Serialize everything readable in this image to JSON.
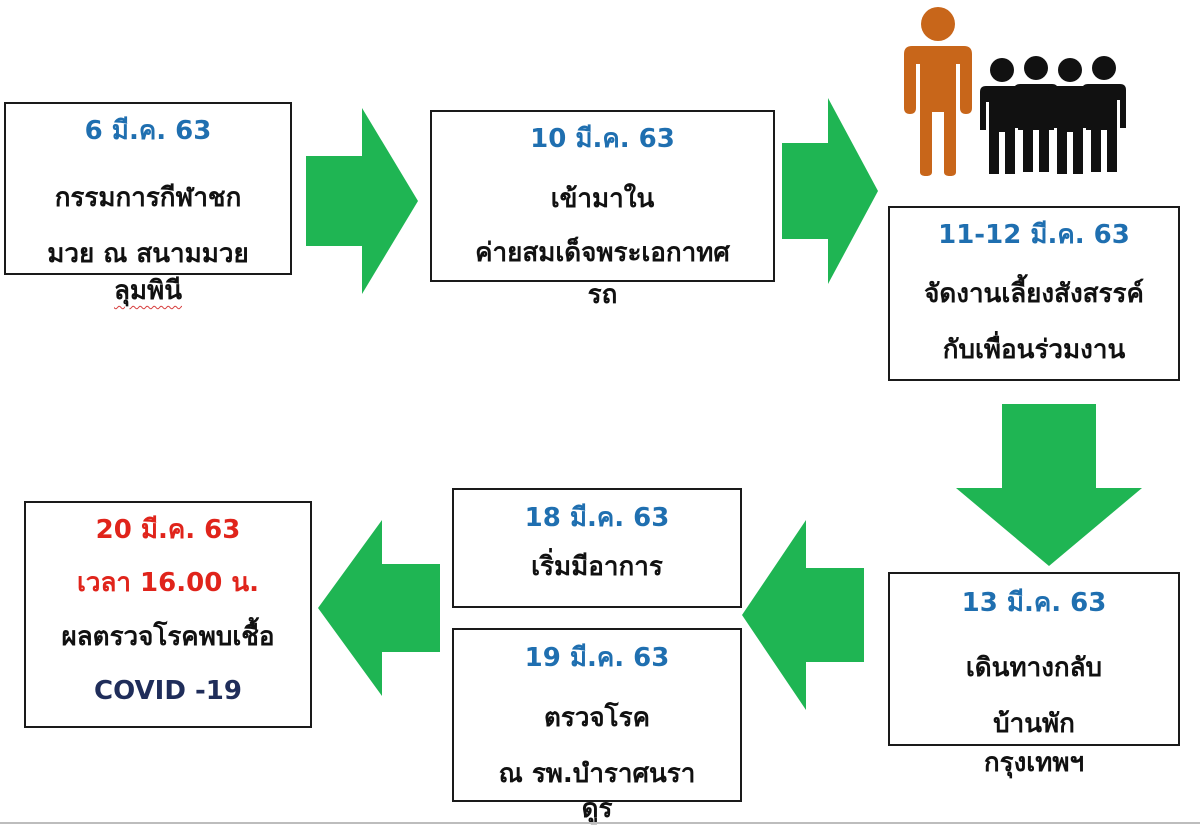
{
  "colors": {
    "arrow": "#1fb553",
    "date_blue": "#1f6fb0",
    "alert_red": "#e0241b",
    "covid_navy": "#1f2d5a",
    "person_orange": "#c8661a",
    "crowd_black": "#111111"
  },
  "icons": [
    "person-icon",
    "crowd-icon"
  ],
  "steps": {
    "s1": {
      "date": "6 มี.ค. 63",
      "text": "กรรมการกีฬาชก\nมวย ณ สนามมวย",
      "overflow": "ลุมพินี"
    },
    "s2": {
      "date": "10 มี.ค. 63",
      "text": "เข้ามาใน\nค่ายสมเด็จพระเอกาทศ",
      "overflow": "รถ"
    },
    "s3": {
      "date": "11-12 มี.ค. 63",
      "text": "จัดงานเลี้ยงสังสรรค์\nกับเพื่อนร่วมงาน"
    },
    "s4": {
      "date": "13 มี.ค. 63",
      "text": "เดินทางกลับ\nบ้านพัก",
      "overflow": "กรุงเทพฯ"
    },
    "s5": {
      "date": "18 มี.ค. 63",
      "text": "เริ่มมีอาการ"
    },
    "s6": {
      "date": "19 มี.ค. 63",
      "text": "ตรวจโรค\nณ รพ.บำราศนรา",
      "overflow": "ดูร"
    },
    "s7": {
      "date": "20 มี.ค. 63",
      "time": "เวลา 16.00 น.",
      "text": "ผลตรวจโรคพบเชื้อ",
      "disease": "COVID -19"
    }
  }
}
